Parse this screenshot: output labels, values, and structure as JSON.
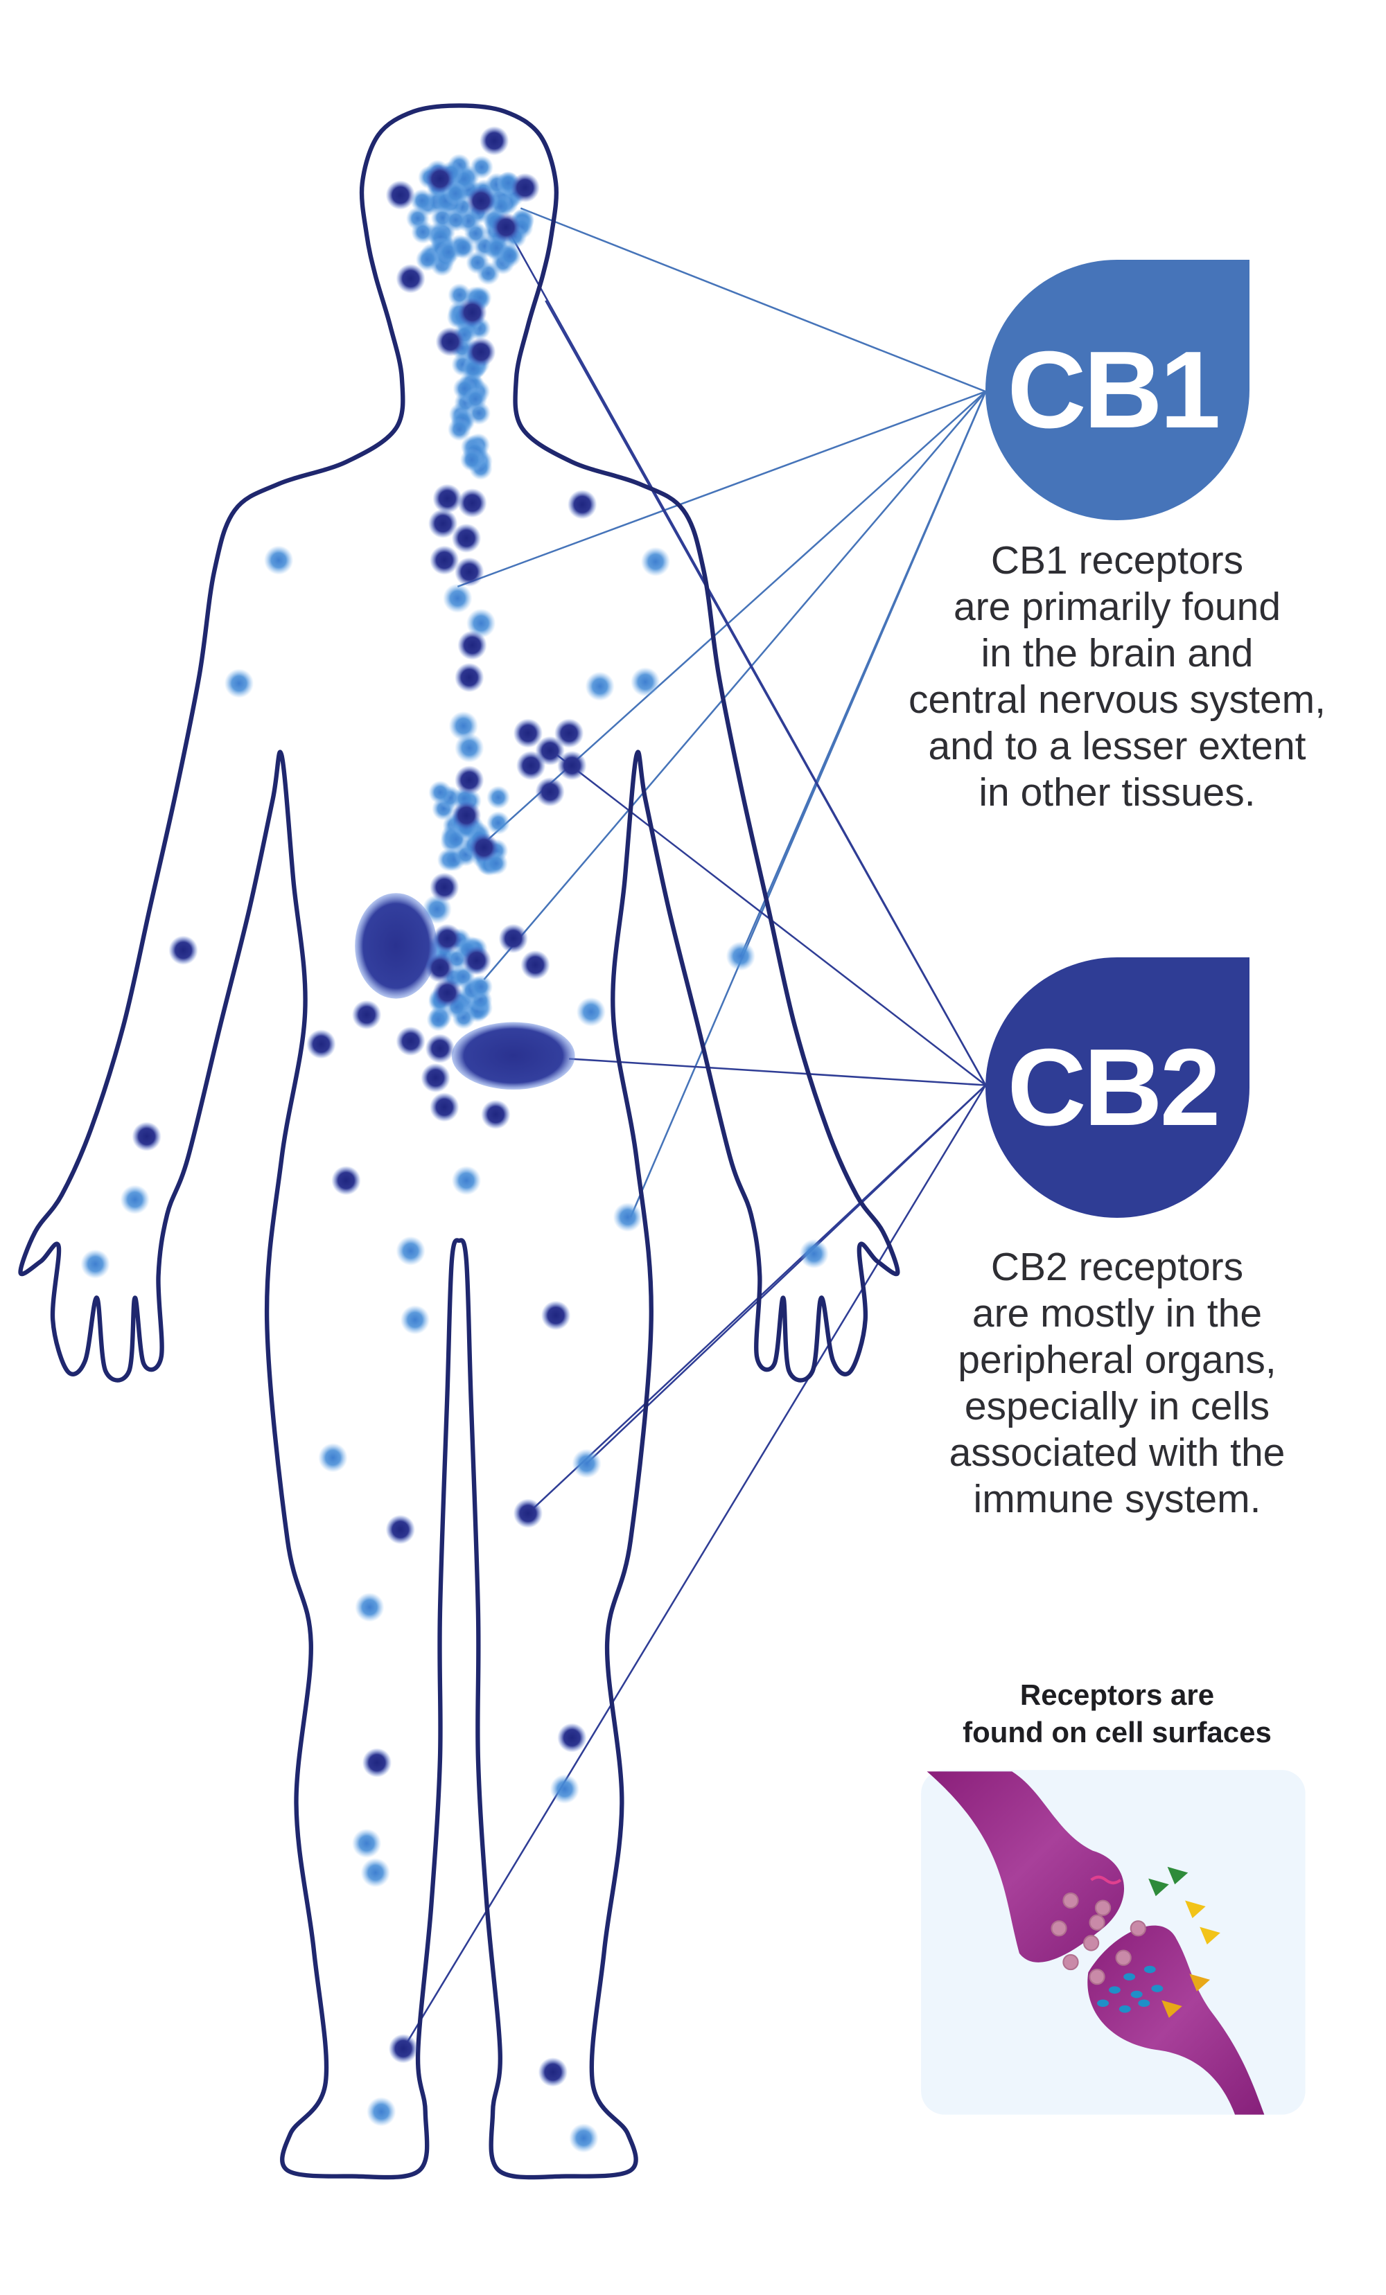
{
  "colors": {
    "cb1": "#4674b9",
    "cb2": "#2f3d95",
    "outline": "#1f276e",
    "dot_dark": "#2d3590",
    "dot_light": "#4a8fd8",
    "synapse_bg": "#eef6fd",
    "neuron": "#92267f"
  },
  "cb1": {
    "label": "CB1",
    "description": [
      "CB1 receptors",
      "are primarily found",
      "in the brain and",
      "central nervous system,",
      "and to a lesser extent",
      "in other tissues."
    ]
  },
  "cb2": {
    "label": "CB2",
    "description": [
      "CB2 receptors",
      "are mostly in the",
      "peripheral organs,",
      "especially in cells",
      "associated with the",
      "immune system."
    ]
  },
  "synapse": {
    "heading": [
      "Receptors are",
      "found on cell surfaces"
    ]
  }
}
